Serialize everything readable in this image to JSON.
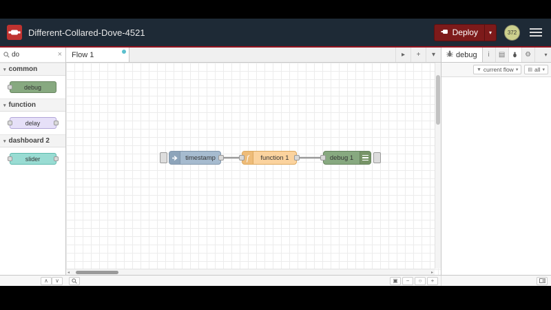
{
  "header": {
    "title": "Different-Collared-Dove-4521",
    "deploy_label": "Deploy",
    "deploy_caret": "▾",
    "user_badge": "372"
  },
  "palette": {
    "search_value": "do",
    "clear_icon": "×",
    "collapse_chevron": "▾",
    "categories": [
      {
        "label": "common",
        "nodes": [
          {
            "label": "debug",
            "color": "#87a980"
          }
        ]
      },
      {
        "label": "function",
        "nodes": [
          {
            "label": "delay",
            "color": "#e6e0f8"
          }
        ]
      },
      {
        "label": "dashboard 2",
        "nodes": [
          {
            "label": "slider",
            "color": "#99dcd3"
          }
        ]
      }
    ],
    "footer": {
      "up": "∧",
      "down": "∨"
    }
  },
  "workspace": {
    "tab_label": "Flow 1",
    "tools": {
      "expand": "▸",
      "add": "+",
      "list": "▾"
    },
    "nodes": [
      {
        "label": "timestamp",
        "type": "inject",
        "color": "#a6bbcf"
      },
      {
        "label": "function 1",
        "type": "function",
        "color": "#fbd39e",
        "icon_glyph": "f"
      },
      {
        "label": "debug 1",
        "type": "debug",
        "color": "#87a980"
      }
    ],
    "scroll": {
      "left_arrow": "◂",
      "right_arrow": "▸"
    },
    "zoom": {
      "map": "▣",
      "out": "−",
      "reset": "○",
      "in": "+"
    }
  },
  "sidebar": {
    "debug_tab_label": "debug",
    "icon_tabs": {
      "info": "i",
      "help": "▤",
      "gear": "⚙"
    },
    "caret": "▾",
    "filters": {
      "funnel": "▼",
      "flow_label": "current flow",
      "flow_caret": "▾",
      "all_icon": "▤",
      "all_label": "all",
      "all_caret": "▾"
    }
  },
  "colors": {
    "header_bg": "#1e2a36",
    "deploy_red": "#7d1a1a",
    "accent_red": "#941420",
    "tab_dot_blue": "#5bc0ce"
  }
}
